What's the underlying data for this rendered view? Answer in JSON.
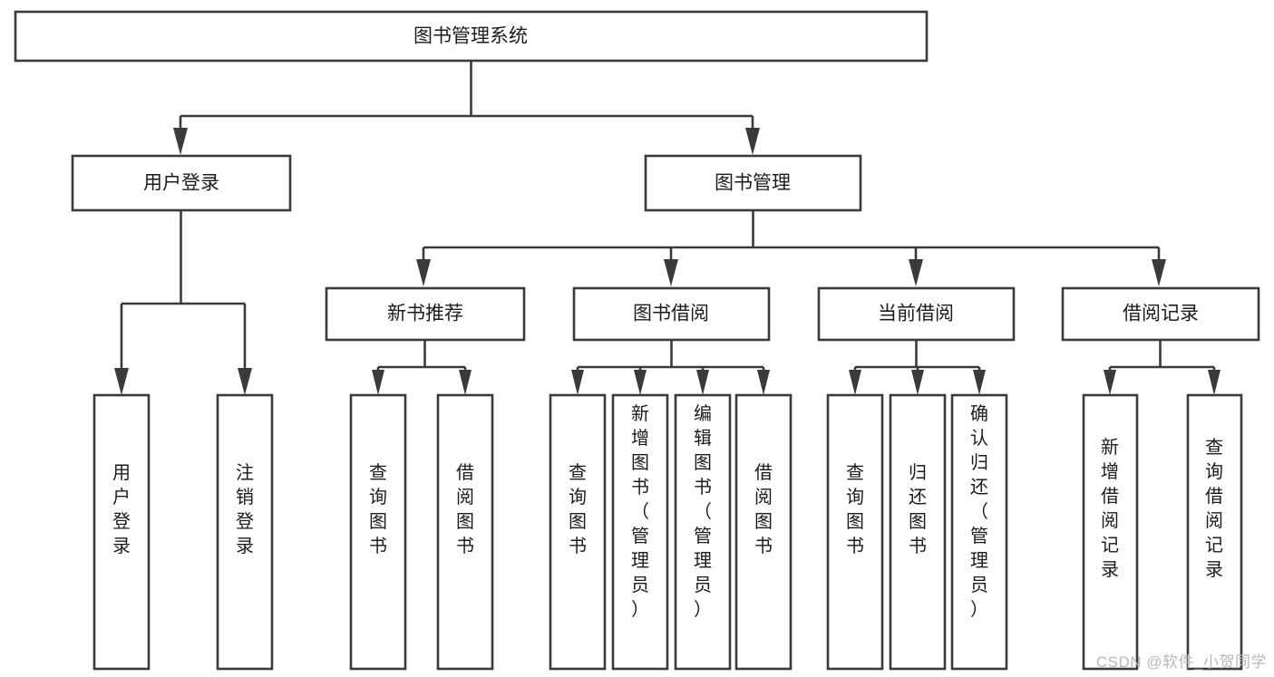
{
  "diagram": {
    "type": "tree-hierarchy",
    "title": "图书管理系统",
    "orientation": "top-down",
    "watermark": "CSDN @软件_小贺同学",
    "colors": {
      "box_fill": "#ffffff",
      "box_stroke": "#3a3a3a",
      "text": "#1b1b1b",
      "background": "#ffffff",
      "watermark": "#b8b8b8"
    },
    "nodes": {
      "root": {
        "label": "图书管理系统",
        "level": 1,
        "orientation": "horizontal"
      },
      "level2": [
        {
          "id": "user-login",
          "label": "用户登录",
          "orientation": "horizontal"
        },
        {
          "id": "book-manage",
          "label": "图书管理",
          "orientation": "horizontal"
        }
      ],
      "level3": [
        {
          "id": "new-book-recommend",
          "label": "新书推荐",
          "orientation": "horizontal",
          "parent": "book-manage"
        },
        {
          "id": "book-borrow",
          "label": "图书借阅",
          "orientation": "horizontal",
          "parent": "book-manage"
        },
        {
          "id": "current-borrow",
          "label": "当前借阅",
          "orientation": "horizontal",
          "parent": "book-manage"
        },
        {
          "id": "borrow-record",
          "label": "借阅记录",
          "orientation": "horizontal",
          "parent": "book-manage"
        }
      ],
      "leaves": [
        {
          "id": "leaf-user-login",
          "label": "用户登录",
          "orientation": "vertical",
          "parent": "user-login"
        },
        {
          "id": "leaf-logout-login",
          "label": "注销登录",
          "orientation": "vertical",
          "parent": "user-login"
        },
        {
          "id": "leaf-query-book-1",
          "label": "查询图书",
          "orientation": "vertical",
          "parent": "new-book-recommend"
        },
        {
          "id": "leaf-borrow-book-1",
          "label": "借阅图书",
          "orientation": "vertical",
          "parent": "new-book-recommend"
        },
        {
          "id": "leaf-query-book-2",
          "label": "查询图书",
          "orientation": "vertical",
          "parent": "book-borrow"
        },
        {
          "id": "leaf-add-book",
          "label": "新增图书（管理员）",
          "orientation": "vertical",
          "parent": "book-borrow"
        },
        {
          "id": "leaf-edit-book",
          "label": "编辑图书（管理员）",
          "orientation": "vertical",
          "parent": "book-borrow"
        },
        {
          "id": "leaf-borrow-book-2",
          "label": "借阅图书",
          "orientation": "vertical",
          "parent": "book-borrow"
        },
        {
          "id": "leaf-query-book-3",
          "label": "查询图书",
          "orientation": "vertical",
          "parent": "current-borrow"
        },
        {
          "id": "leaf-return-book",
          "label": "归还图书",
          "orientation": "vertical",
          "parent": "current-borrow"
        },
        {
          "id": "leaf-confirm-return",
          "label": "确认归还（管理员）",
          "orientation": "vertical",
          "parent": "current-borrow"
        },
        {
          "id": "leaf-add-record",
          "label": "新增借阅记录",
          "orientation": "vertical",
          "parent": "borrow-record"
        },
        {
          "id": "leaf-query-record",
          "label": "查询借阅记录",
          "orientation": "vertical",
          "parent": "borrow-record"
        }
      ]
    }
  }
}
